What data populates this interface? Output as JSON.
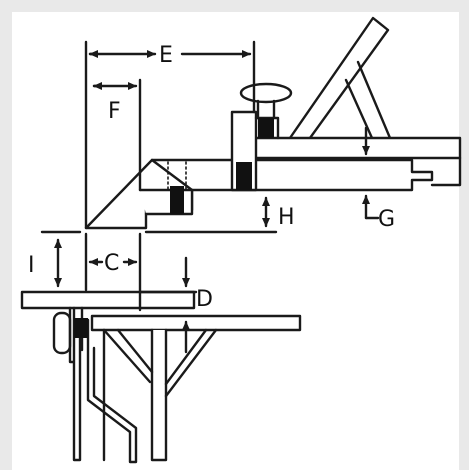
{
  "labels": {
    "E": "E",
    "F": "F",
    "H": "H",
    "G": "G",
    "I": "I",
    "C": "C",
    "D": "D"
  },
  "colors": {
    "stroke": "#1a1a1a",
    "pad": "#111111",
    "background": "#e9e9e9",
    "panel": "#ffffff"
  }
}
